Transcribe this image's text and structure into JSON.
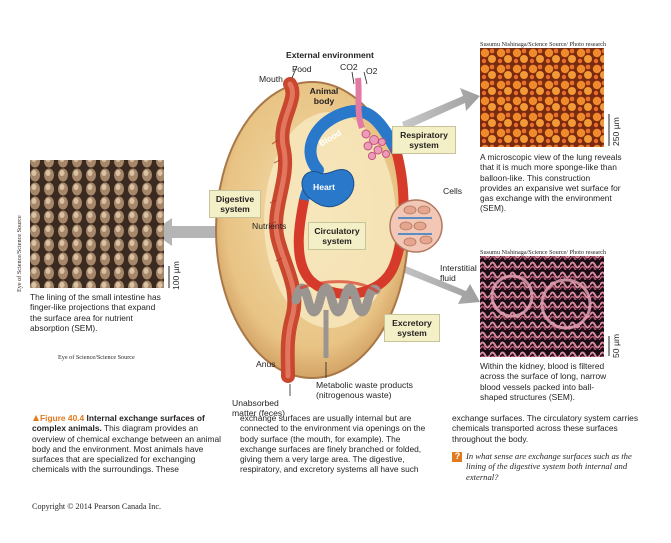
{
  "diagram": {
    "external_environment": "External environment",
    "food": "Food",
    "mouth": "Mouth",
    "co2": "CO2",
    "o2": "O2",
    "animal_body": "Animal body",
    "blood": "Blood",
    "heart": "Heart",
    "respiratory_system": "Respiratory system",
    "digestive_system": "Digestive system",
    "circulatory_system": "Circulatory system",
    "excretory_system": "Excretory system",
    "nutrients": "Nutrients",
    "cells": "Cells",
    "interstitial_fluid": "Interstitial fluid",
    "anus": "Anus",
    "unabsorbed_matter": "Unabsorbed matter (feces)",
    "metabolic_waste": "Metabolic waste products (nitrogenous waste)"
  },
  "photos": {
    "lung_credit": "Susumu Nishinaga/Science Source/ Photo research",
    "lung_scale": "250 µm",
    "lung_caption": "A microscopic view of the lung reveals that it is much more sponge-like than balloon-like. This construction provides an expansive wet surface for gas exchange with the environment (SEM).",
    "intestine_credit_side": "Eye of Science/Science Source",
    "intestine_scale": "100 µm",
    "intestine_caption": "The lining of the small intestine has finger-like projections that expand the surface area for nutrient absorption (SEM).",
    "intestine_credit_bottom": "Eye of Science/Science Source",
    "kidney_credit": "Susumu Nishinaga/Science Source/ Photo research",
    "kidney_scale": "50 µm",
    "kidney_caption": "Within the kidney, blood is filtered across the surface of long, narrow blood vessels packed into ball-shaped structures (SEM)."
  },
  "figure": {
    "number": "Figure 40.4",
    "title": "Internal exchange surfaces of complex animals.",
    "col1": "This diagram provides an overview of chemical exchange between an animal body and the environment. Most animals have surfaces that are specialized for exchanging chemicals with the surroundings. These",
    "col2": "exchange surfaces are usually internal but are connected to the environment via openings on the body surface (the mouth, for example). The exchange surfaces are finely branched or folded, giving them a very large area. The digestive, respiratory, and excretory systems all have such",
    "col3": "exchange surfaces. The circulatory system carries chemicals transported across these surfaces throughout the body.",
    "question": "In what sense are exchange surfaces such as the lining of the digestive system both internal and external?",
    "question_icon": "?"
  },
  "copyright": "Copyright © 2014 Pearson Canada Inc.",
  "colors": {
    "body_fill": "#e9c98e",
    "body_outline": "#a87848",
    "inner_fluid": "#f6e6bf",
    "blood_red": "#d63a2a",
    "blood_blue": "#2a78c9",
    "gut_red": "#c9472e",
    "lung_pink": "#e27aa3",
    "kidney_gray": "#9a9590",
    "label_box": "#f3efc6",
    "arrow_gray": "#a9a9a9",
    "figure_accent": "#e07a1f"
  }
}
